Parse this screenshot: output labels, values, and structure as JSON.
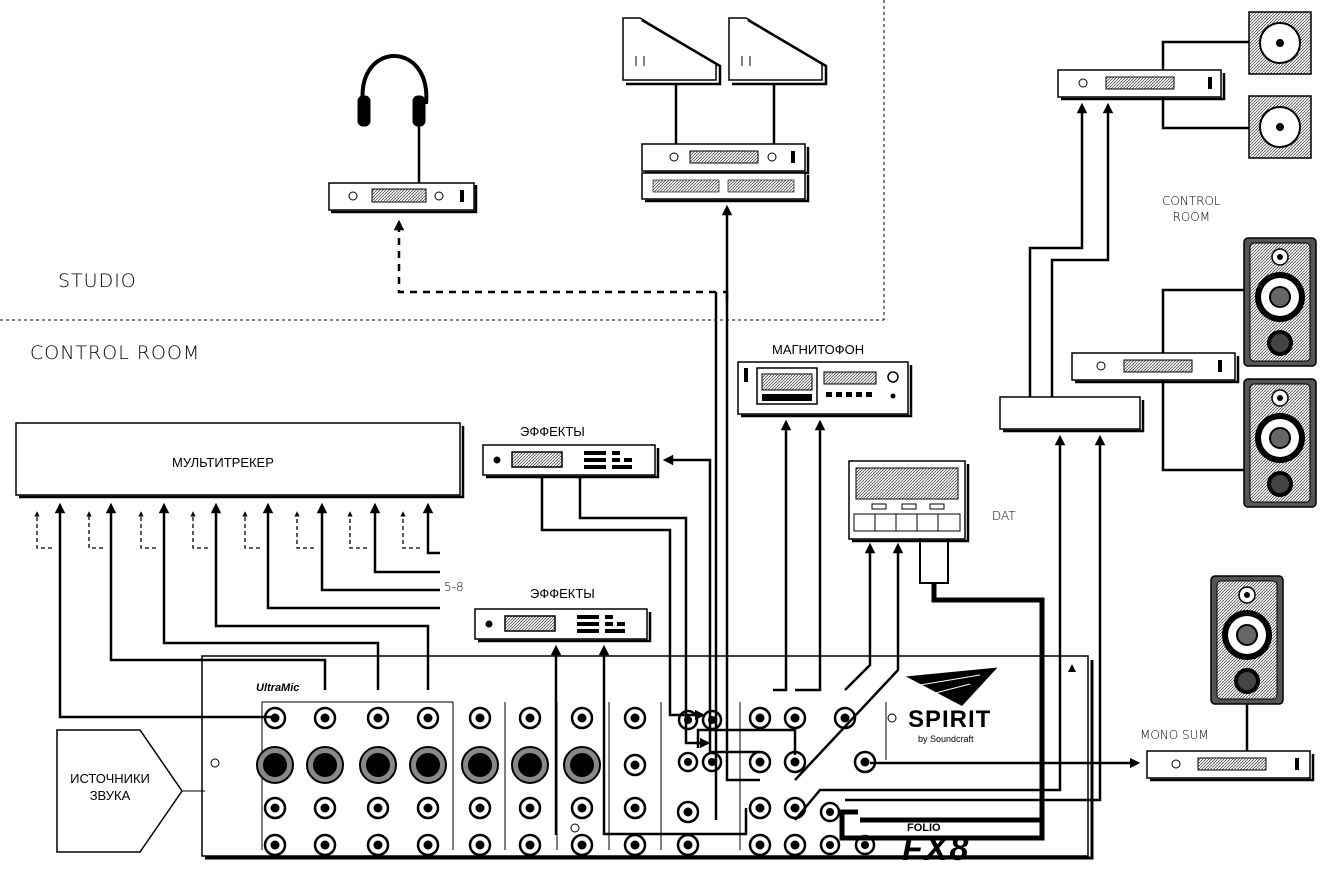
{
  "areas": {
    "studio": "STUDIO",
    "control_room": "CONTROL ROOM",
    "control_room_right": [
      "CONTROL",
      "ROOM"
    ]
  },
  "devices": {
    "multitrack": "МУЛЬТИТРЕКЕР",
    "effects_1": "ЭФФЕКТЫ",
    "effects_2": "ЭФФЕКТЫ",
    "tape_recorder": "МАГНИТОФОН",
    "dat": "DAT",
    "mono_sum": "MONO SUM",
    "sources": [
      "ИСТОЧНИКИ",
      "ЗВУКА"
    ]
  },
  "labels": {
    "tracks_5_8": "5-8"
  },
  "mixer": {
    "brand": "SPIRIT",
    "maker": "by Soundcraft",
    "series": "FOLIO",
    "model": "FX8",
    "preamp": "UltraMic"
  }
}
